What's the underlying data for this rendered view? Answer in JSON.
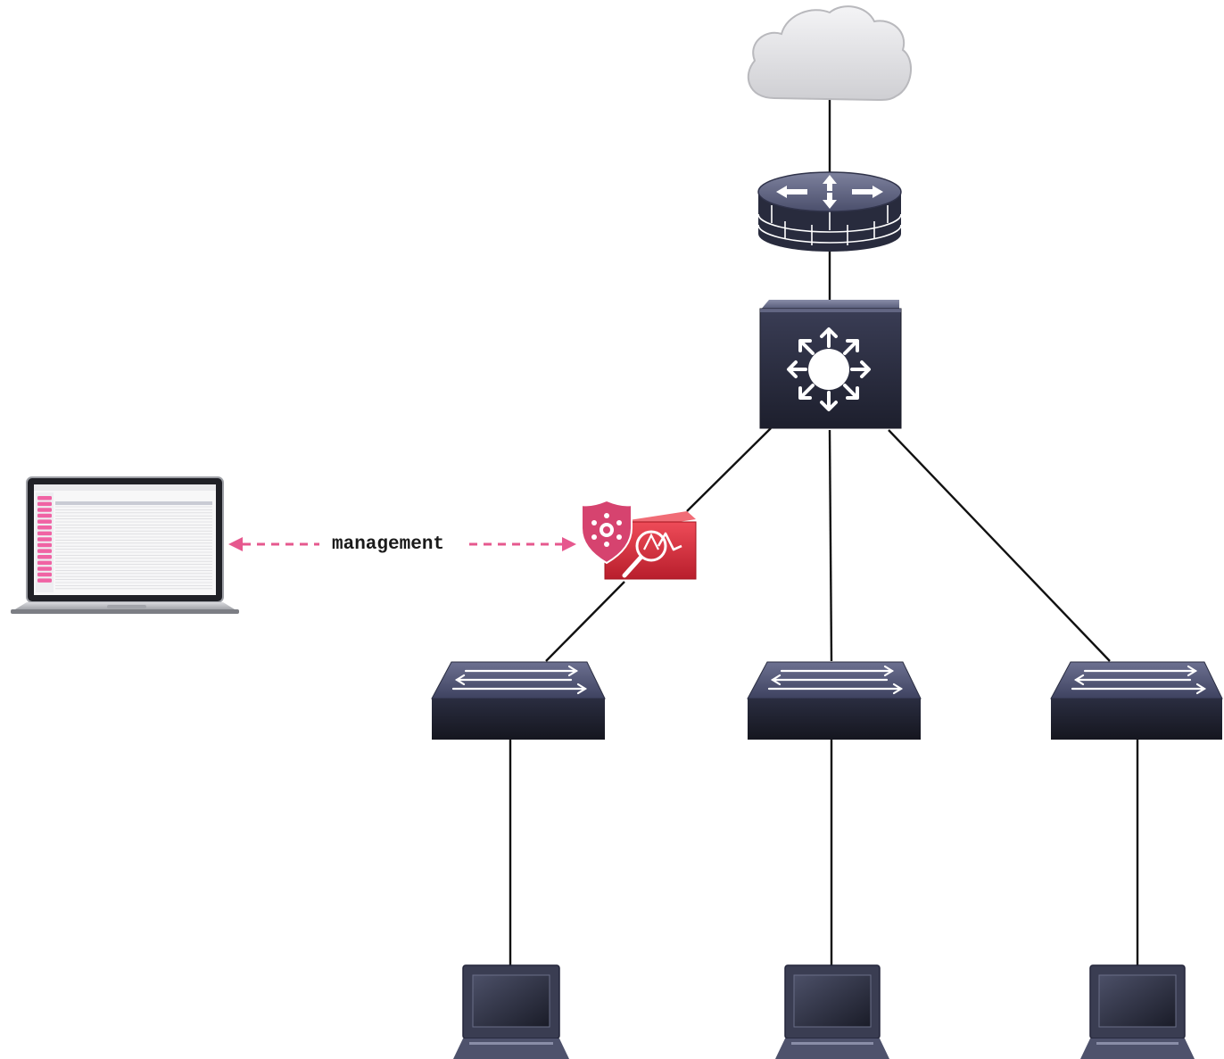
{
  "diagram": {
    "annotation_label": "management",
    "colors": {
      "link": "#111111",
      "management_arrow": "#e6588e",
      "device_dark": "#2c2f42",
      "device_top": "#5b5f79",
      "cloud_fill": "#e4e4e6",
      "sensor_red": "#d8283a",
      "laptop_tab": "#f063a4"
    },
    "nodes": [
      {
        "id": "internet",
        "icon": "cloud-icon"
      },
      {
        "id": "firewall-router",
        "icon": "firewall-router-icon"
      },
      {
        "id": "core-switch",
        "icon": "layer3-switch-icon"
      },
      {
        "id": "monitoring-appliance",
        "icon": "network-analyzer-icon"
      },
      {
        "id": "access-switch-1",
        "icon": "workgroup-switch-icon"
      },
      {
        "id": "access-switch-2",
        "icon": "workgroup-switch-icon"
      },
      {
        "id": "access-switch-3",
        "icon": "workgroup-switch-icon"
      },
      {
        "id": "endpoint-1",
        "icon": "laptop-icon"
      },
      {
        "id": "endpoint-2",
        "icon": "laptop-icon"
      },
      {
        "id": "endpoint-3",
        "icon": "laptop-icon"
      },
      {
        "id": "management-laptop",
        "icon": "laptop-screen-icon"
      }
    ],
    "links": [
      {
        "from": "internet",
        "to": "firewall-router"
      },
      {
        "from": "firewall-router",
        "to": "core-switch"
      },
      {
        "from": "core-switch",
        "to": "access-switch-1",
        "via": "monitoring-appliance"
      },
      {
        "from": "core-switch",
        "to": "access-switch-2"
      },
      {
        "from": "core-switch",
        "to": "access-switch-3"
      },
      {
        "from": "access-switch-1",
        "to": "endpoint-1"
      },
      {
        "from": "access-switch-2",
        "to": "endpoint-2"
      },
      {
        "from": "access-switch-3",
        "to": "endpoint-3"
      },
      {
        "from": "management-laptop",
        "to": "monitoring-appliance",
        "style": "dashed-bidirectional",
        "label": "management"
      }
    ]
  }
}
